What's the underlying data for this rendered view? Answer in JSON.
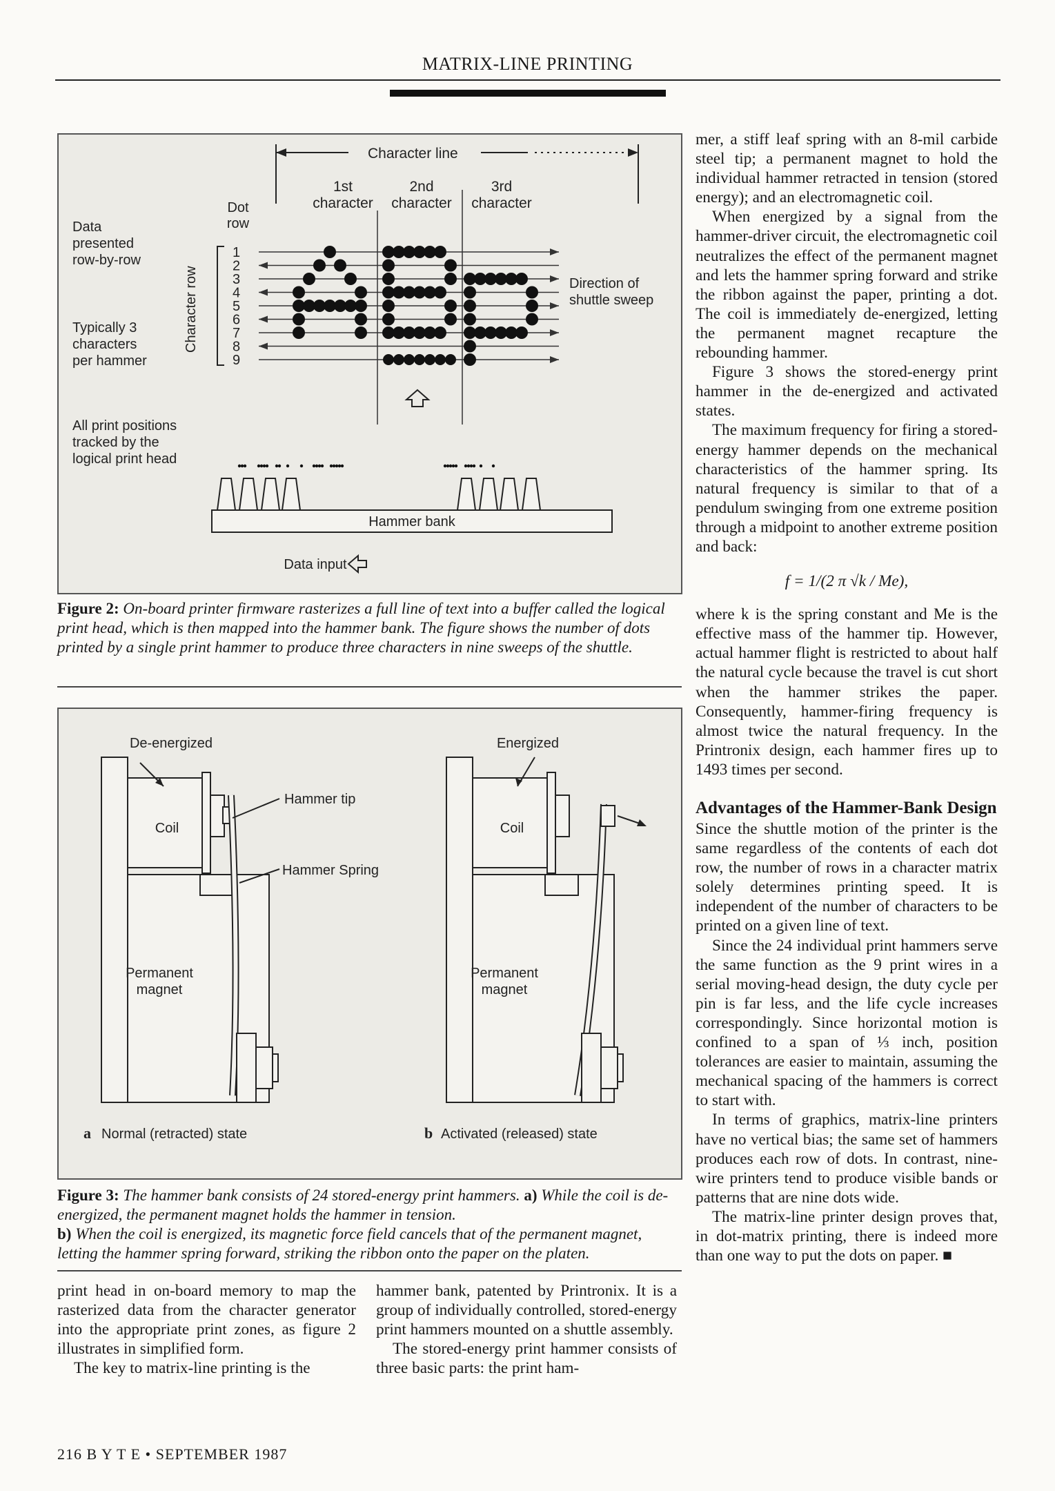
{
  "header": {
    "running_head": "MATRIX-LINE PRINTING"
  },
  "figure2": {
    "character_line": "Character line",
    "first_char": [
      "1st",
      "character"
    ],
    "second_char": [
      "2nd",
      "character"
    ],
    "third_char": [
      "3rd",
      "character"
    ],
    "dot_row": [
      "Dot",
      "row"
    ],
    "data_presented": [
      "Data",
      "presented",
      "row-by-row"
    ],
    "typically": [
      "Typically 3",
      "characters",
      "per hammer"
    ],
    "character_row": "Character row",
    "row_numbers": [
      "1",
      "2",
      "3",
      "4",
      "5",
      "6",
      "7",
      "8",
      "9"
    ],
    "direction": [
      "Direction of",
      "shuttle sweep"
    ],
    "all_positions": [
      "All print positions",
      "tracked by the",
      "logical print head"
    ],
    "hammer_bank": "Hammer bank",
    "data_input": "Data input",
    "caption_label": "Figure 2:",
    "caption_text": "On-board printer firmware rasterizes a full line of text into a buffer called the logical print head, which is then mapped into the hammer bank. The figure shows the number of dots printed by a single print hammer to produce three characters in nine sweeps of the shuttle."
  },
  "figure3": {
    "de_energized": "De-energized",
    "energized": "Energized",
    "coil": "Coil",
    "hammer_tip": "Hammer tip",
    "hammer_spring": "Hammer Spring",
    "permanent_magnet": [
      "Permanent",
      "magnet"
    ],
    "label_a": "a",
    "state_a": "Normal (retracted) state",
    "label_b": "b",
    "state_b": "Activated (released) state",
    "caption_label": "Figure 3:",
    "caption_part1": "The hammer bank consists of 24 stored-energy print hammers.",
    "caption_a": "a)",
    "caption_part2": "While the coil is de-energized, the permanent magnet holds the hammer in tension.",
    "caption_b": "b)",
    "caption_part3": "When the coil is energized, its magnetic force field cancels that of the permanent magnet, letting the hammer spring forward, striking the ribbon onto the paper on the platen."
  },
  "body": {
    "col1_p1": "print head in on-board memory to map the rasterized data from the character generator into the appropriate print zones, as figure 2 illustrates in simplified form.",
    "col1_p2": "The key to matrix-line printing is the",
    "col2_p1": "hammer bank, patented by Printronix. It is a group of individually controlled, stored-energy print hammers mounted on a shuttle assembly.",
    "col2_p2": "The stored-energy print hammer consists of three basic parts: the print ham-",
    "col3_p1": "mer, a stiff leaf spring with an 8-mil carbide steel tip; a permanent magnet to hold the individual hammer retracted in tension (stored energy); and an electromagnetic coil.",
    "col3_p2": "When energized by a signal from the hammer-driver circuit, the electromagnetic coil neutralizes the effect of the permanent magnet and lets the hammer spring forward and strike the ribbon against the paper, printing a dot. The coil is immediately de-energized, letting the permanent magnet recapture the rebounding hammer.",
    "col3_p3": "Figure 3 shows the stored-energy print hammer in the de-energized and activated states.",
    "col3_p4": "The maximum frequency for firing a stored-energy hammer depends on the mechanical characteristics of the hammer spring. Its natural frequency is similar to that of a pendulum swinging from one extreme position through a midpoint to another extreme position and back:",
    "formula": "f = 1/(2 π √k / Me),",
    "col3_p5": "where k is the spring constant and Me is the effective mass of the hammer tip. However, actual hammer flight is restricted to about half the natural cycle because the travel is cut short when the hammer strikes the paper. Consequently, hammer-firing frequency is almost twice the natural frequency. In the Printronix design, each hammer fires up to 1493 times per second.",
    "subhead": "Advantages of the Hammer-Bank Design",
    "col3_p6": "Since the shuttle motion of the printer is the same regardless of the contents of each dot row, the number of rows in a character matrix solely determines printing speed. It is independent of the number of characters to be printed on a given line of text.",
    "col3_p7": "Since the 24 individual print hammers serve the same function as the 9 print wires in a serial moving-head design, the duty cycle per pin is far less, and the life cycle increases correspondingly. Since horizontal motion is confined to a span of ⅓ inch, position tolerances are easier to maintain, assuming the mechanical spacing of the hammers is correct to start with.",
    "col3_p8": "In terms of graphics, matrix-line printers have no vertical bias; the same set of hammers produces each row of dots. In contrast, nine-wire printers tend to produce visible bands or patterns that are nine dots wide.",
    "col3_p9": "The matrix-line printer design proves that, in dot-matrix printing, there is indeed more than one way to put the dots on paper. ■"
  },
  "footer": {
    "text": "216  B Y T E • SEPTEMBER 1987"
  }
}
